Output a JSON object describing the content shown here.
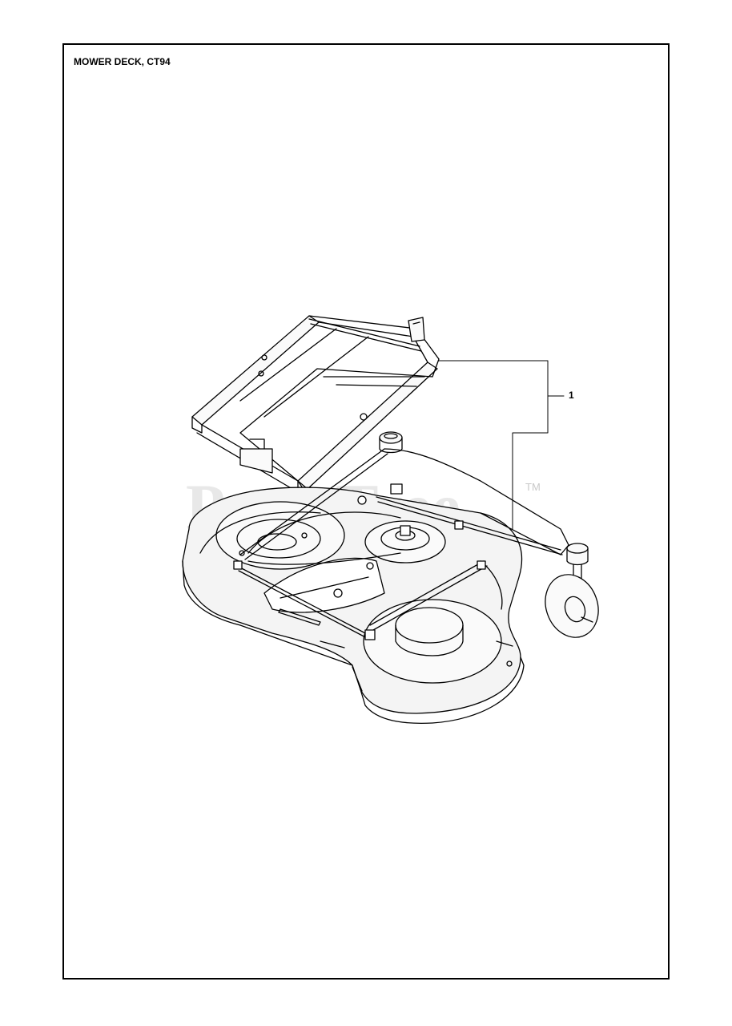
{
  "page": {
    "title": "MOWER DECK, CT94"
  },
  "watermark": {
    "text": "PartsTree",
    "trademark": "TM"
  },
  "callouts": [
    {
      "label": "1"
    }
  ],
  "colors": {
    "line": "#000000",
    "deck_fill": "#f4f4f4",
    "watermark": "#e8e8e8",
    "background": "#ffffff"
  },
  "icons": {
    "part": "mower-deck-assembly-drawing"
  }
}
